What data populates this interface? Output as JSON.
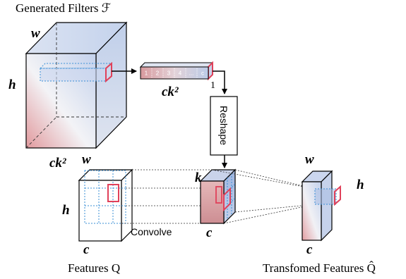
{
  "title": "Generated Filters ℱ",
  "big_cube": {
    "w_label": "w",
    "h_label": "h",
    "d_label": "ck²"
  },
  "vector": {
    "cells": [
      "1",
      "2",
      "3",
      "4",
      "...",
      "c"
    ],
    "label": "ck²",
    "end_label": "1"
  },
  "reshape_label": "Reshape",
  "kernel": {
    "k_label": "k",
    "c_label": "c"
  },
  "input_features": {
    "w_label": "w",
    "h_label": "h",
    "c_label": "c",
    "caption": "Features Q"
  },
  "output_features": {
    "w_label": "w",
    "h_label": "h",
    "c_label": "c",
    "caption": "Transfomed Features Q̂"
  },
  "convolve_label": "Convolve",
  "colors": {
    "outline": "#000000",
    "highlight": "#e0415a",
    "dotted": "#3a8fd6",
    "blue_tint": "#b6c8e8",
    "red_tint": "#e6a3a6"
  }
}
